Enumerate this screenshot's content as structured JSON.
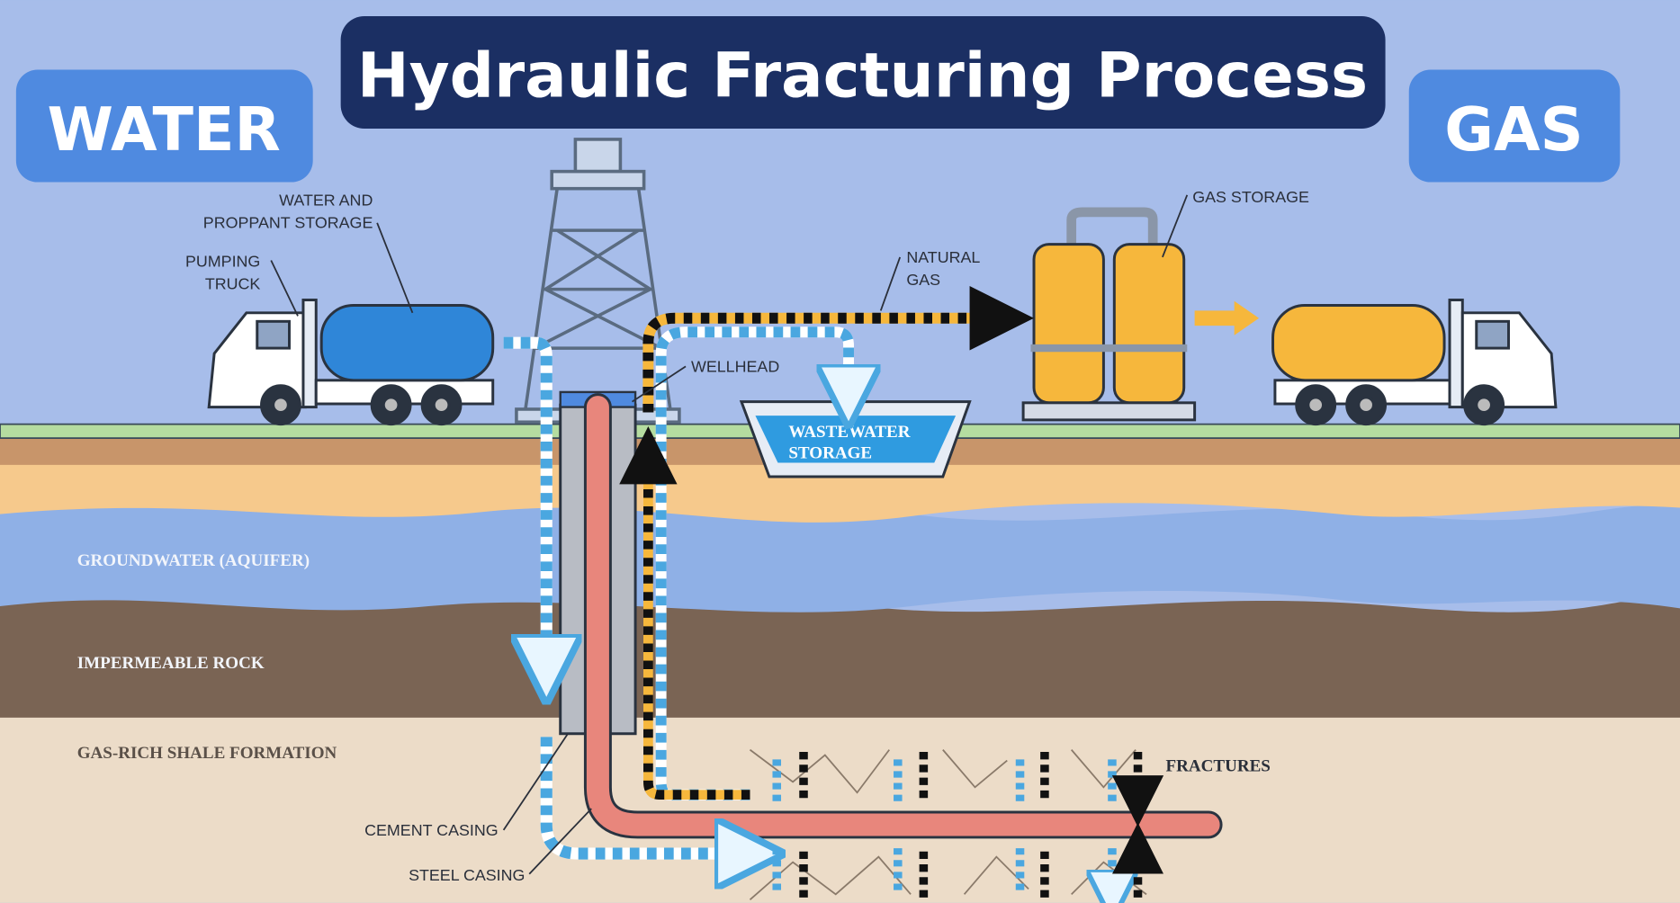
{
  "title": "Hydraulic Fracturing Process",
  "badges": {
    "left": "WATER",
    "right": "GAS"
  },
  "labels": {
    "water_storage_1": "WATER AND",
    "water_storage_2": "PROPPANT STORAGE",
    "pumping_1": "PUMPING",
    "pumping_2": "TRUCK",
    "natural_gas_1": "NATURAL",
    "natural_gas_2": "GAS",
    "gas_storage": "GAS STORAGE",
    "wellhead": "WELLHEAD",
    "wastewater_1": "WASTEWATER",
    "wastewater_2": "STORAGE",
    "fractures": "FRACTURES",
    "cement_casing": "CEMENT CASING",
    "steel_casing": "STEEL CASING"
  },
  "layers": {
    "aquifer": "GROUNDWATER (AQUIFER)",
    "rock": "IMPERMEABLE ROCK",
    "shale": "GAS-RICH SHALE FORMATION"
  },
  "colors": {
    "sky": "#a7bdea",
    "title_bg": "#1b2f63",
    "badge": "#4f8ae0",
    "aquifer": "#8fb0e6",
    "rock": "#7a6454",
    "shale": "#ecdcc8",
    "sand": "#f6c98c",
    "pipe": "#e8867c",
    "water_tank": "#2f86d8",
    "gas_tank": "#f6b73c"
  }
}
